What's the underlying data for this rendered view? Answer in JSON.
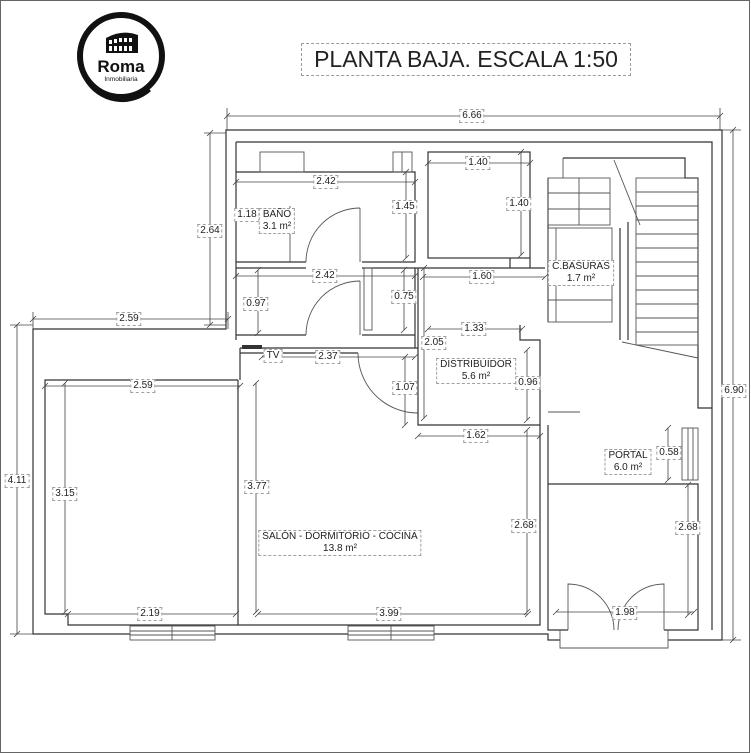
{
  "logo": {
    "brand": "Roma",
    "tagline": "Inmobiliaria"
  },
  "title": "PLANTA BAJA. ESCALA 1:50",
  "rooms": {
    "bano": {
      "name": "BAÑO",
      "area": "3.1 m²"
    },
    "c_basuras": {
      "name": "C.BASURAS",
      "area": "1.7 m²"
    },
    "distribuidor": {
      "name": "DISTRIBUIDOR",
      "area": "5.6 m²"
    },
    "salon": {
      "name": "SALÓN - DORMITORIO - COCINA",
      "area": "13.8 m²"
    },
    "portal": {
      "name": "PORTAL",
      "area": "6.0 m²"
    }
  },
  "fixtures": {
    "tv": "TV"
  },
  "dimensions": {
    "overall_width": "6.66",
    "overall_depth": "6.90",
    "upper_block_depth": "2.64",
    "upper_block_offset": "2.59",
    "lower_block_depth": "4.11",
    "bano_width": "2.42",
    "bano_shower": "1.18",
    "bano_side_depth": "1.45",
    "top_room_width": "1.40",
    "top_room_depth": "1.40",
    "hall_width": "2.42",
    "hall_depth": "0.97",
    "closet_depth": "0.75",
    "basuras_front": "1.60",
    "distribuidor_width": "1.33",
    "distribuidor_depth": "2.05",
    "tv_wall": "2.37",
    "passage_depth": "1.07",
    "distribuidor_side": "0.96",
    "salon_left_width": "2.59",
    "salon_left_depth": "3.15",
    "salon_left_bottom": "2.19",
    "salon_depth": "3.77",
    "salon_right_depth": "2.68",
    "salon_bottom": "3.99",
    "corridor_width": "1.62",
    "portal_step": "0.58",
    "portal_depth": "2.68",
    "portal_width": "1.98"
  }
}
